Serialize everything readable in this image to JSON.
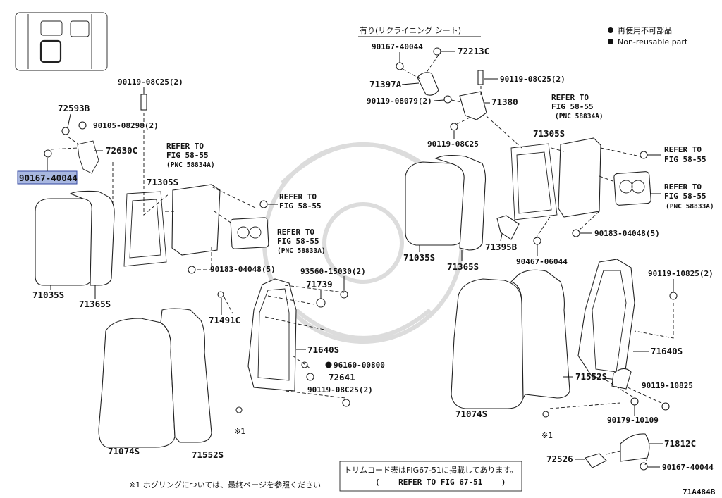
{
  "diagram_id": "71A484B",
  "legend": {
    "bullet_jp": "再使用不可部品",
    "bullet_en": "Non-reusable part"
  },
  "recliner_header": "有り(リクライニング シート)",
  "labels": {
    "p90119_08C25_2_top": "90119-08C25(2)",
    "p72593B": "72593B",
    "p90105_08298_2": "90105-08298(2)",
    "p72630C": "72630C",
    "p90167_40044_hl": "90167-40044",
    "p71305S_left": "71305S",
    "refer_58_55_left_a": "REFER TO",
    "refer_58_55_left_b": "FIG 58-55",
    "refer_58_55_left_c": "(PNC 58834A)",
    "refer_left_mid_a": "REFER TO",
    "refer_left_mid_b": "FIG 58-55",
    "refer_left_low_a": "REFER TO",
    "refer_left_low_b": "FIG 58-55",
    "refer_left_low_c": "(PNC 58833A)",
    "p90183_04048_5_left": "90183-04048(5)",
    "p71035S_left": "71035S",
    "p71365S_left": "71365S",
    "p93560_15030_2": "93560-15030(2)",
    "p71739": "71739",
    "p71491C": "71491C",
    "p71640S_left": "71640S",
    "p96160_00800": "96160-00800",
    "p72641": "72641",
    "p90119_08C25_2_low": "90119-08C25(2)",
    "p71074S_left": "71074S",
    "p71552S_left": "71552S",
    "star1_left": "※1",
    "p90167_40044_r": "90167-40044",
    "p72213C": "72213C",
    "p71397A": "71397A",
    "p90119_08C25_2_r": "90119-08C25(2)",
    "p90119_08079_2": "90119-08079(2)",
    "p71380": "71380",
    "p90119_08C25_r": "90119-08C25",
    "refer_right_top_a": "REFER TO",
    "refer_right_top_b": "FIG 58-55",
    "refer_right_top_c": "(PNC 58834A)",
    "p71305S_right": "71305S",
    "refer_right_side_a": "REFER TO",
    "refer_right_side_b": "FIG 58-55",
    "refer_right_low_a": "REFER TO",
    "refer_right_low_b": "FIG 58-55",
    "refer_right_low_c": "(PNC 58833A)",
    "p90183_04048_5_right": "90183-04048(5)",
    "p71395B": "71395B",
    "p71035S_right": "71035S",
    "p90467_06044": "90467-06044",
    "p71365S_right": "71365S",
    "p90119_10825_2": "90119-10825(2)",
    "p71640S_right": "71640S",
    "p71552S_right": "71552S",
    "p90119_10825": "90119-10825",
    "p71074S_right": "71074S",
    "p90179_10109": "90179-10109",
    "star1_right": "※1",
    "p71812C": "71812C",
    "p72526": "72526",
    "p90167_40044_low": "90167-40044"
  },
  "notes": {
    "trim_jp": "トリムコード表はFIG67-51に掲載してあります。",
    "trim_en": "(    REFER TO FIG 67-51    )",
    "hog_ring": "※1 ホグリングについては、最終ページを参照ください"
  }
}
